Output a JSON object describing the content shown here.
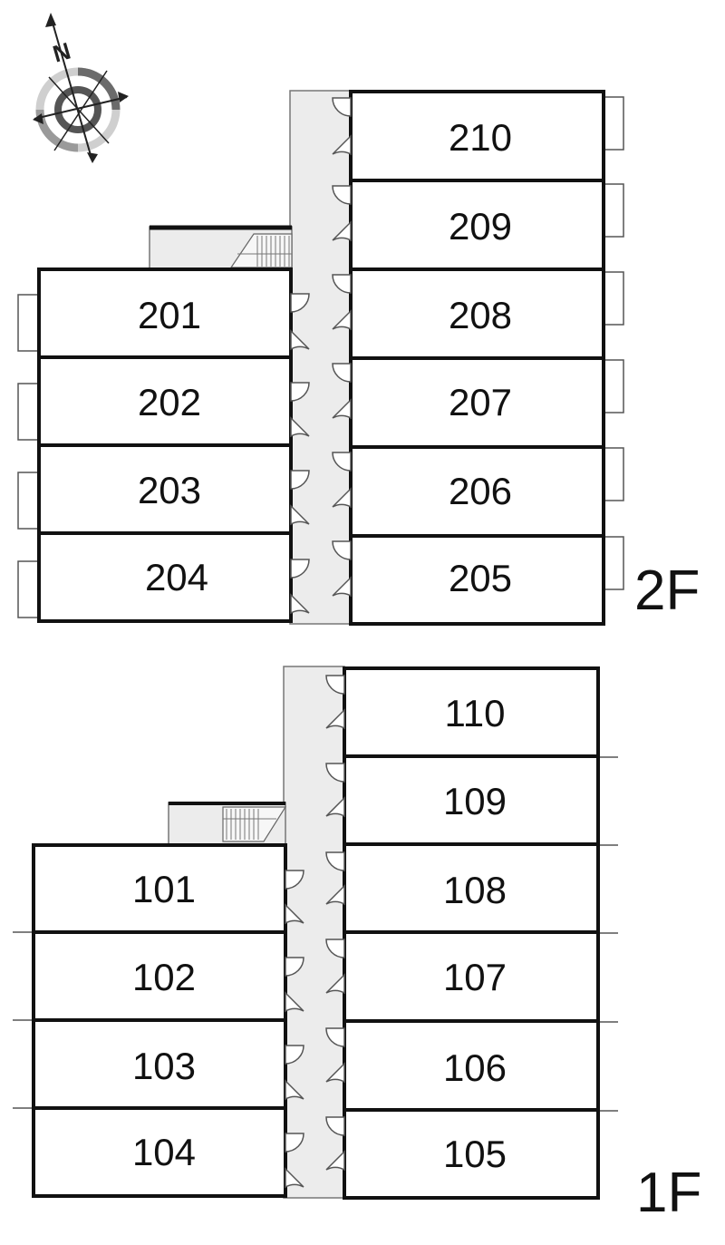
{
  "compass": {
    "icon": "compass-rose-icon",
    "north_label": "N"
  },
  "floors": [
    {
      "id": "2F",
      "label": "2F",
      "left_wing_rooms": [
        "201",
        "202",
        "203",
        "204"
      ],
      "right_wing_rooms": [
        "210",
        "209",
        "208",
        "207",
        "206",
        "205"
      ]
    },
    {
      "id": "1F",
      "label": "1F",
      "left_wing_rooms": [
        "101",
        "102",
        "103",
        "104"
      ],
      "right_wing_rooms": [
        "110",
        "109",
        "108",
        "107",
        "106",
        "105"
      ]
    }
  ],
  "colors": {
    "wall": "#111111",
    "corridor": "#ececec",
    "balcony": "#ffffff",
    "door": "#555555"
  }
}
